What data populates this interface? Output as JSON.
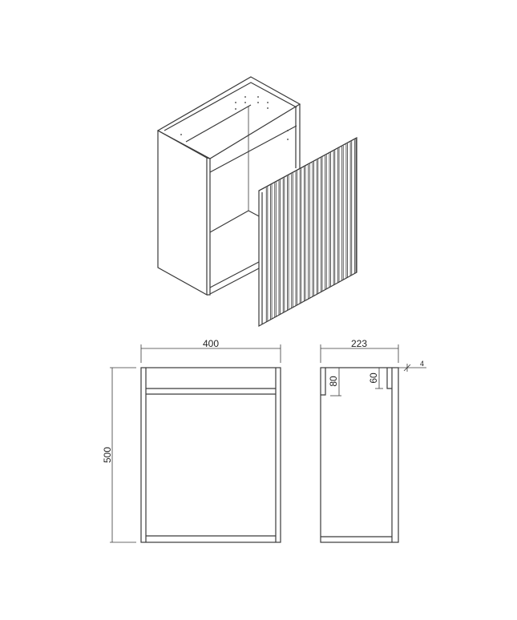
{
  "dimensions": {
    "width": "400",
    "height": "500",
    "depth": "223",
    "front_rail_depth": "80",
    "back_rail_depth": "60",
    "back_gap": "4"
  },
  "colors": {
    "line": "#3a3a3a",
    "background": "#ffffff"
  }
}
